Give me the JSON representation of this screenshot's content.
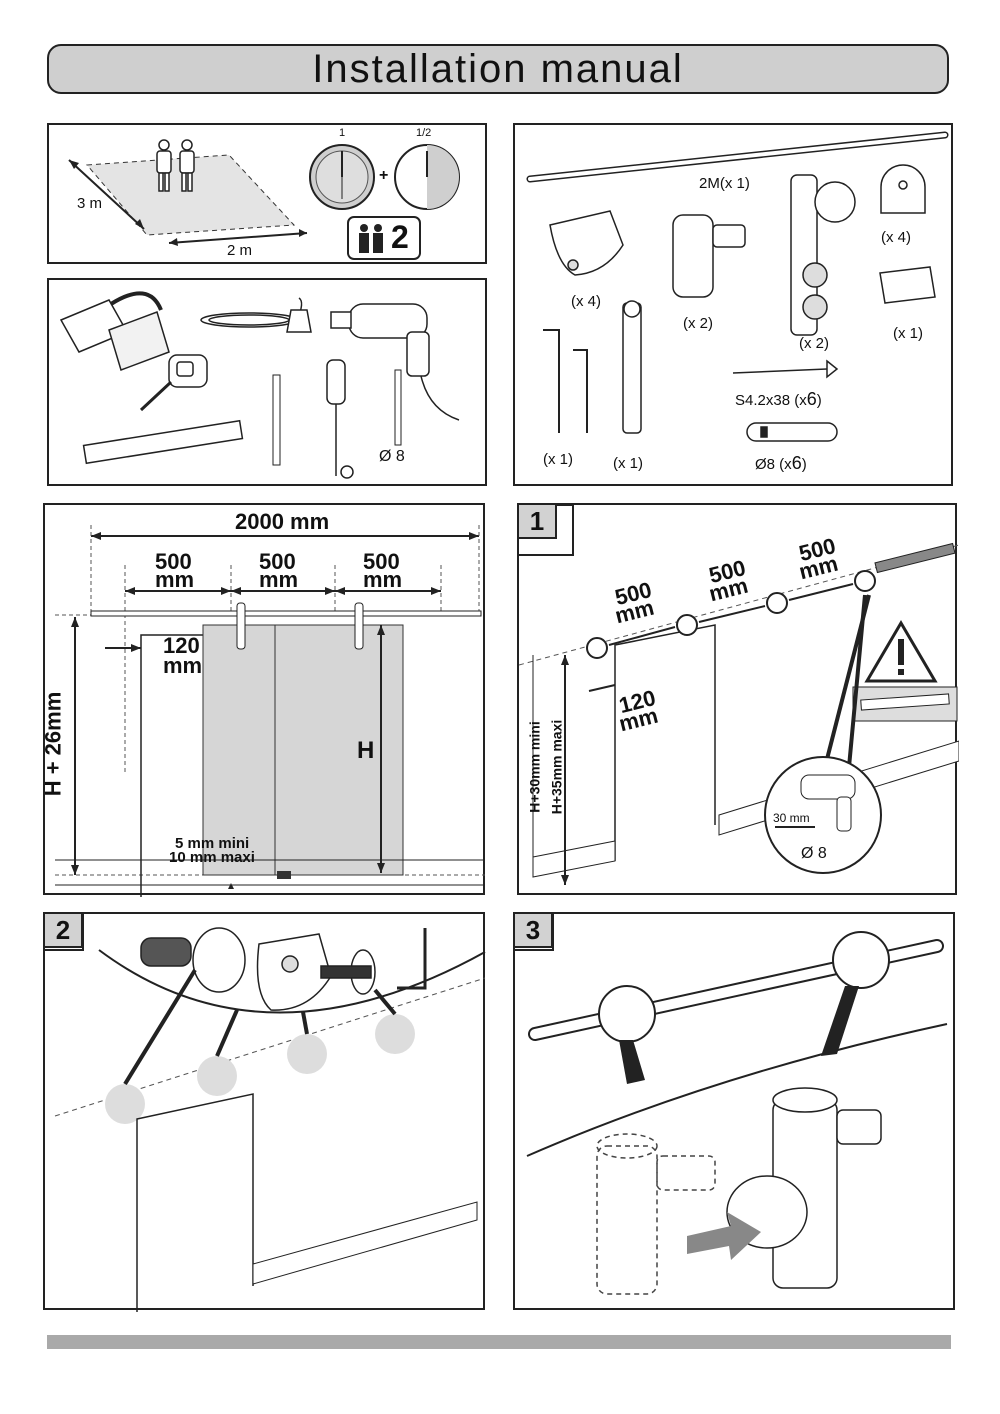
{
  "title": "Installation manual",
  "prep": {
    "width_label": "3 m",
    "length_label": "2 m",
    "time_full": "1",
    "time_half": "1/2",
    "plus": "+",
    "people_count": "2"
  },
  "tools": {
    "drill_bit_label": "Ø 8"
  },
  "parts": {
    "rail_label": "2M(x 1)",
    "stopper_qty": "(x 4)",
    "wall_bracket_qty": "(x 4)",
    "connector_qty": "(x 2)",
    "hanger_qty": "(x 2)",
    "guide_qty": "(x 1)",
    "hex_key_qty": "(x 1)",
    "wrench_qty": "(x 1)",
    "screw_label": "S4.2x38 (x",
    "screw_count": "6",
    "screw_close": ")",
    "plug_label": "Ø8 (x",
    "plug_count": "6",
    "plug_close": ")"
  },
  "dimensions": {
    "total": "2000 mm",
    "seg_value": "500",
    "seg_unit": "mm",
    "offset_value": "120",
    "offset_unit": "mm",
    "height_label": "H + 26mm",
    "door_height": "H",
    "gap_min": "5 mm mini",
    "gap_max": "10 mm maxi"
  },
  "step1": {
    "number": "1",
    "seg_value": "500",
    "seg_unit": "mm",
    "offset_value": "120",
    "offset_unit": "mm",
    "height_min": "H+30mm mini",
    "height_max": "H+35mm maxi",
    "depth_label": "30 mm",
    "bit_label": "Ø 8"
  },
  "step2": {
    "number": "2"
  },
  "step3": {
    "number": "3"
  }
}
